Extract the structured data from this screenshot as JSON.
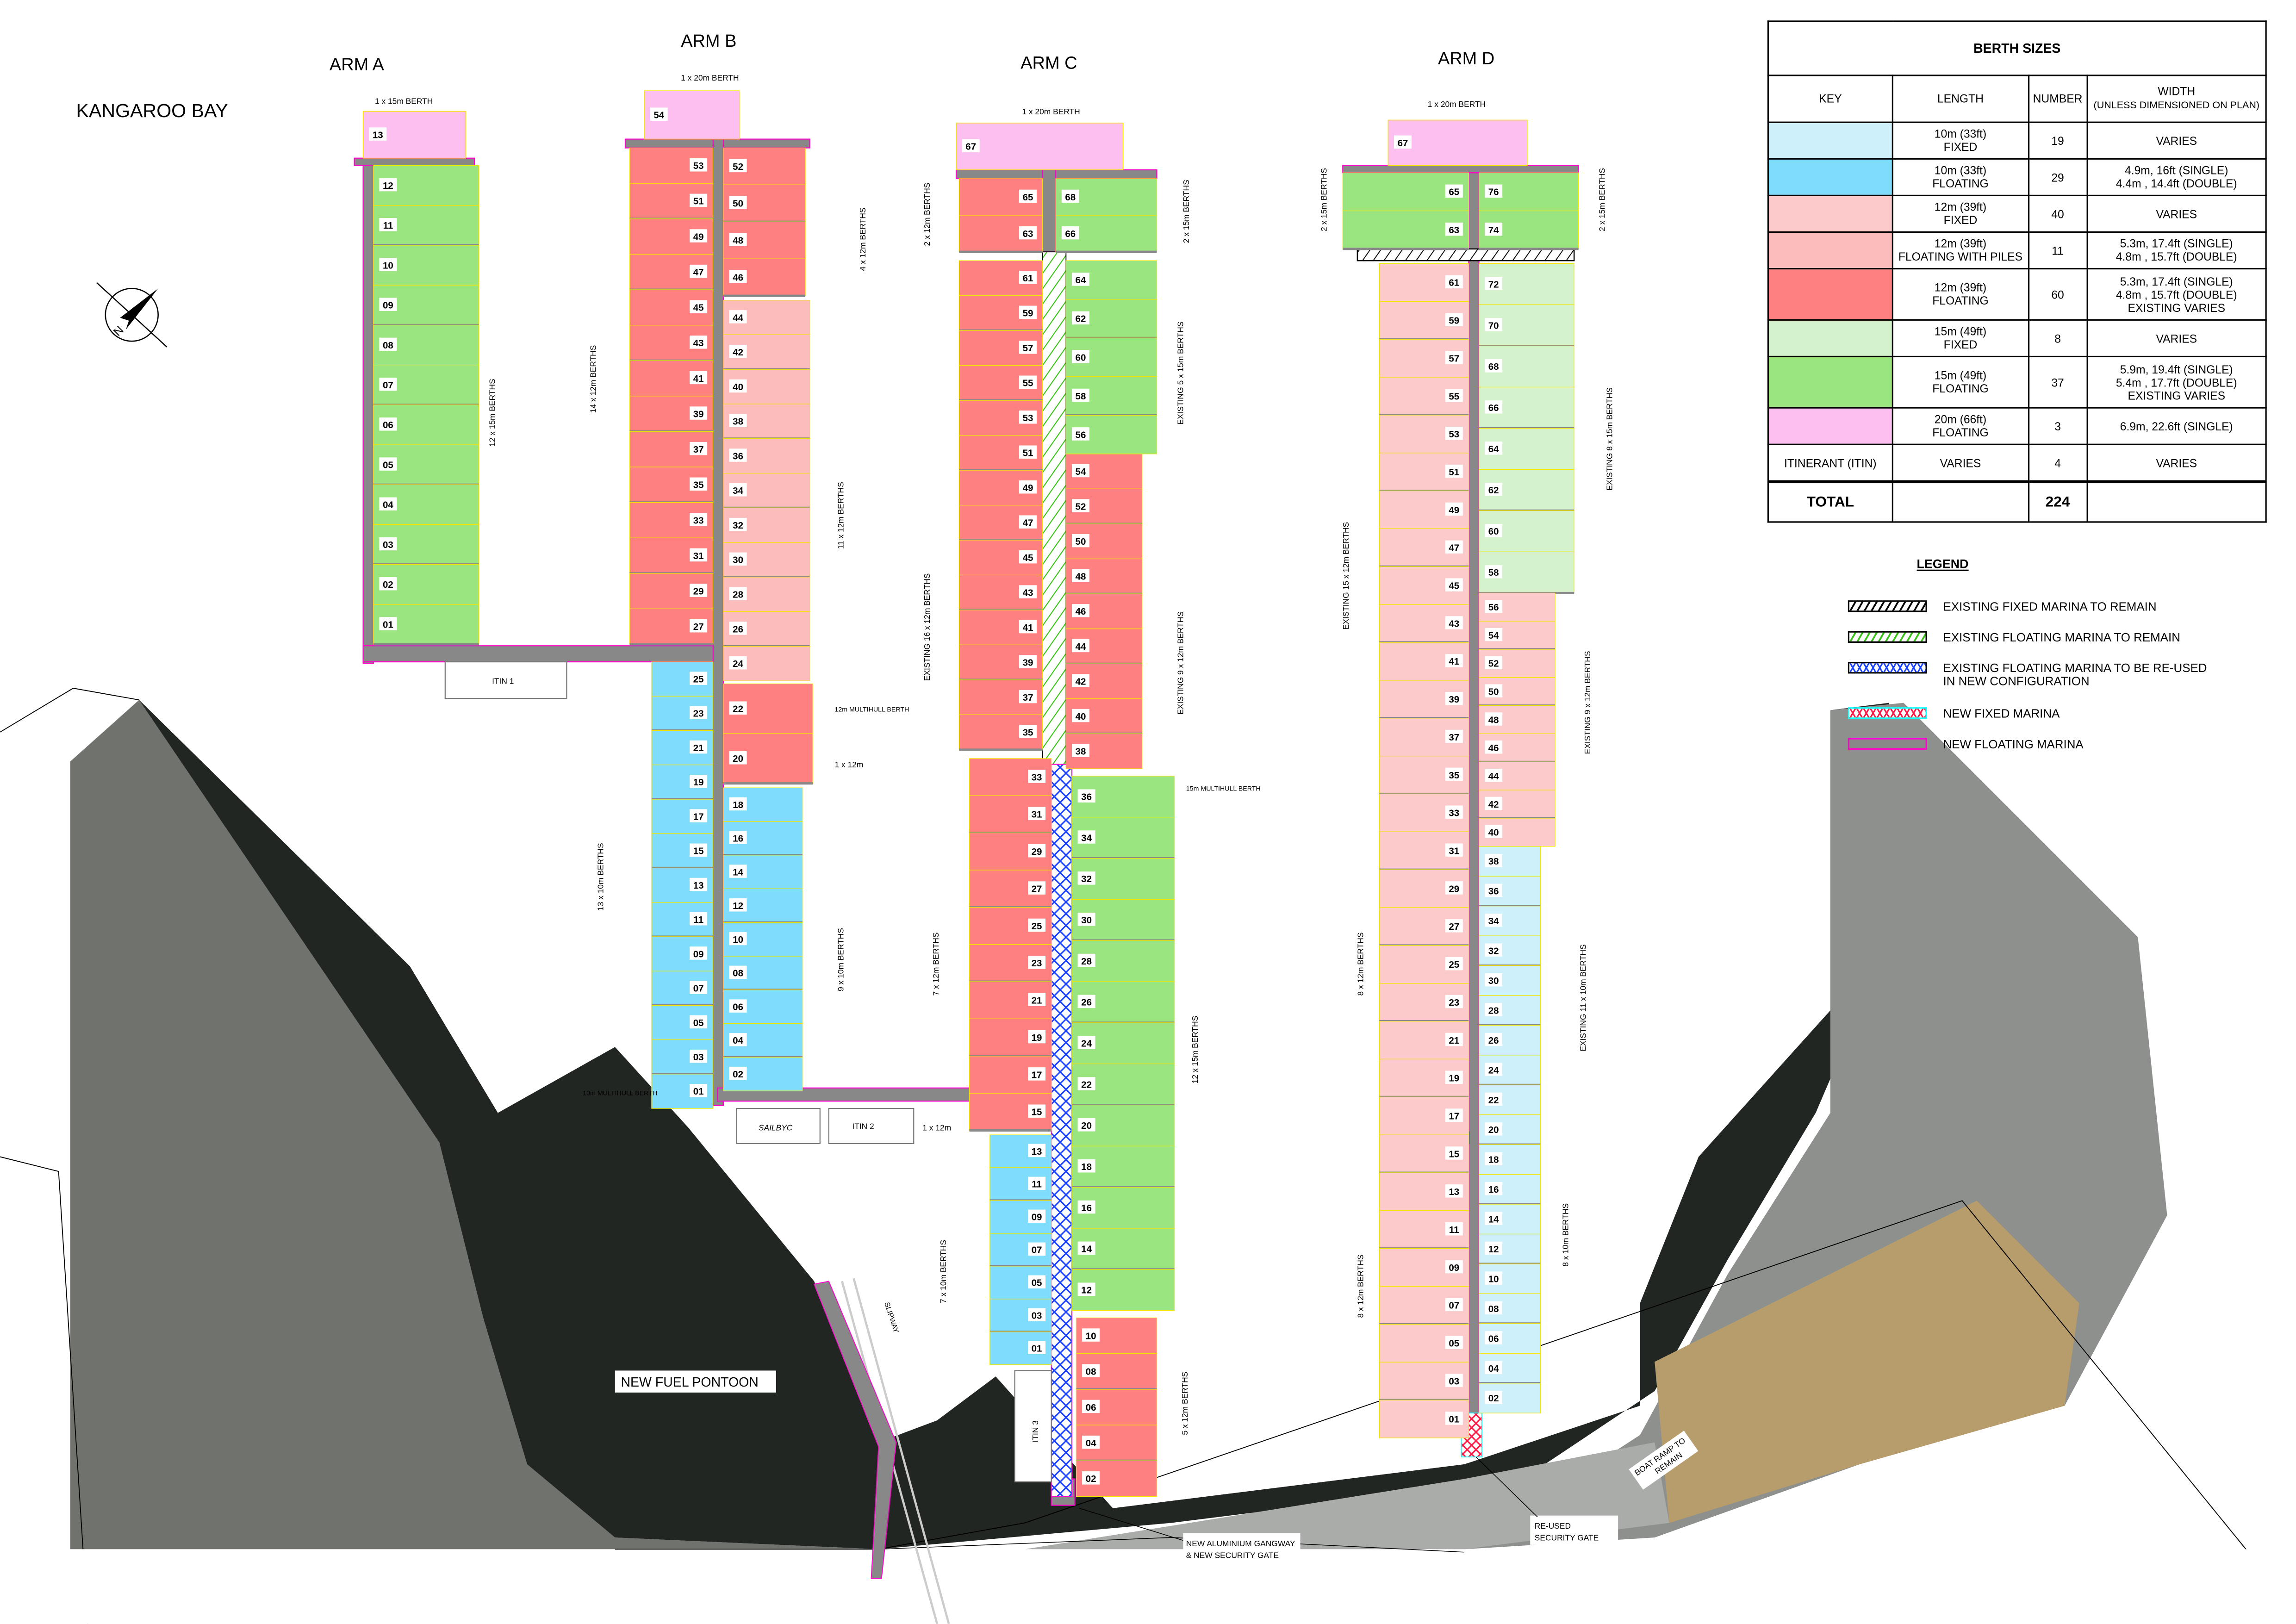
{
  "title": "KANGAROO BAY",
  "berth_types": {
    "fixed_10": {
      "color": "#cdf0fb"
    },
    "floating_10": {
      "color": "#7fdcfb"
    },
    "fixed_12": {
      "color": "#fccaca"
    },
    "piles_12": {
      "color": "#fdbcbc"
    },
    "floating_12": {
      "color": "#fe8080"
    },
    "fixed_15": {
      "color": "#d4f3cc"
    },
    "floating_15": {
      "color": "#9ae57f"
    },
    "floating_20": {
      "color": "#fcbff0"
    }
  },
  "arms": [
    {
      "id": "A",
      "label": "ARM A",
      "head": {
        "number": "13",
        "note": "1 x 15m BERTH",
        "type": "floating_20"
      },
      "groups": [
        {
          "side": "right",
          "type": "floating_15",
          "numbers": [
            "12",
            "11",
            "10",
            "09",
            "08",
            "07",
            "06",
            "05",
            "04",
            "03",
            "02",
            "01"
          ]
        }
      ],
      "notes": [
        "12 x 15m BERTHS",
        "ITIN 1"
      ]
    },
    {
      "id": "B",
      "label": "ARM B",
      "head": {
        "number": "54",
        "note": "1 x 20m BERTH",
        "type": "floating_20"
      },
      "groups": [
        {
          "side": "left",
          "type": "floating_12",
          "numbers": [
            "53",
            "51",
            "49",
            "47",
            "45",
            "43",
            "41",
            "39",
            "37",
            "35",
            "33",
            "31",
            "29",
            "27"
          ]
        },
        {
          "side": "left",
          "type": "floating_10",
          "numbers": [
            "25",
            "23",
            "21",
            "19",
            "17",
            "15",
            "13",
            "11",
            "09",
            "07",
            "05",
            "03",
            "01"
          ]
        },
        {
          "side": "right",
          "type": "floating_12",
          "numbers": [
            "52",
            "50",
            "48",
            "46"
          ]
        },
        {
          "side": "right",
          "type": "piles_12",
          "numbers": [
            "44",
            "42",
            "40",
            "38",
            "36",
            "34",
            "32",
            "30",
            "28",
            "26",
            "24"
          ]
        },
        {
          "side": "right",
          "type": "floating_12",
          "numbers": [
            "22",
            "20"
          ]
        },
        {
          "side": "right",
          "type": "floating_10",
          "numbers": [
            "18",
            "16",
            "14",
            "12",
            "10",
            "08",
            "06",
            "04",
            "02"
          ]
        }
      ],
      "notes": [
        "14 x 12m BERTHS",
        "4 x 12m BERTHS",
        "11 x 12m BERTHS",
        "12m MULTIHULL BERTH",
        "1 x 12m",
        "13 x 10m BERTHS",
        "9 x 10m BERTHS",
        "10m MULTIHULL BERTH",
        "SAILBYC",
        "ITIN 2"
      ]
    },
    {
      "id": "C",
      "label": "ARM C",
      "head": {
        "number": "67",
        "note": "1 x 20m BERTH",
        "type": "floating_20"
      },
      "groups": [
        {
          "side": "left",
          "type": "floating_12",
          "numbers": [
            "65",
            "63"
          ]
        },
        {
          "side": "left",
          "type": "floating_12",
          "numbers": [
            "61",
            "59",
            "57",
            "55",
            "53",
            "51",
            "49",
            "47",
            "45",
            "43",
            "41",
            "39",
            "37",
            "35"
          ]
        },
        {
          "side": "left",
          "type": "floating_12",
          "numbers": [
            "33",
            "31",
            "29",
            "27",
            "25",
            "23",
            "21",
            "19",
            "17",
            "15"
          ]
        },
        {
          "side": "left",
          "type": "floating_10",
          "numbers": [
            "13",
            "11",
            "09",
            "07",
            "05",
            "03",
            "01"
          ]
        },
        {
          "side": "right",
          "type": "floating_15",
          "numbers": [
            "68",
            "66"
          ]
        },
        {
          "side": "right",
          "type": "floating_15",
          "numbers": [
            "64",
            "62",
            "60",
            "58",
            "56"
          ]
        },
        {
          "side": "right",
          "type": "floating_12",
          "numbers": [
            "54",
            "52",
            "50",
            "48",
            "46",
            "44",
            "42",
            "40",
            "38"
          ]
        },
        {
          "side": "right",
          "type": "floating_15",
          "numbers": [
            "36",
            "34",
            "32",
            "30",
            "28",
            "26",
            "24",
            "22",
            "20",
            "18",
            "16",
            "14",
            "12"
          ]
        },
        {
          "side": "right",
          "type": "floating_12",
          "numbers": [
            "10",
            "08",
            "06",
            "04",
            "02"
          ]
        }
      ],
      "notes": [
        "2 x 12m BERTHS",
        "2 x 15m BERTHS",
        "EXISTING 5 x 15m BERTHS",
        "EXISTING 16 x 12m BERTHS",
        "EXISTING 9 x 12m BERTHS",
        "15m MULTIHULL BERTH",
        "7 x 12m BERTHS",
        "12 x 15m BERTHS",
        "1 x 12m",
        "7 x 10m BERTHS",
        "5 x 12m BERTHS",
        "ITIN 3"
      ]
    },
    {
      "id": "D",
      "label": "ARM D",
      "head": {
        "number": "67",
        "note": "1 x 20m BERTH",
        "type": "floating_20"
      },
      "groups": [
        {
          "side": "left",
          "type": "floating_15",
          "numbers": [
            "65",
            "63"
          ]
        },
        {
          "side": "left",
          "type": "fixed_12",
          "numbers": [
            "61",
            "59",
            "57",
            "55",
            "53",
            "51",
            "49",
            "47",
            "45",
            "43",
            "41",
            "39",
            "37",
            "35",
            "33",
            "31",
            "29",
            "27",
            "25",
            "23",
            "21",
            "19",
            "17",
            "15",
            "13",
            "11",
            "09",
            "07",
            "05",
            "03",
            "01"
          ]
        },
        {
          "side": "right",
          "type": "floating_15",
          "numbers": [
            "76",
            "74"
          ]
        },
        {
          "side": "right",
          "type": "fixed_15",
          "numbers": [
            "72",
            "70",
            "68",
            "66",
            "64",
            "62",
            "60",
            "58"
          ]
        },
        {
          "side": "right",
          "type": "fixed_12",
          "numbers": [
            "56",
            "54",
            "52",
            "50",
            "48",
            "46",
            "44",
            "42",
            "40"
          ]
        },
        {
          "side": "right",
          "type": "fixed_10",
          "numbers": [
            "38",
            "36",
            "34",
            "32",
            "30",
            "28",
            "26",
            "24",
            "22",
            "20",
            "18",
            "16",
            "14",
            "12",
            "10",
            "08",
            "06",
            "04",
            "02"
          ]
        }
      ],
      "notes": [
        "2 x 15m BERTHS",
        "2 x 15m BERTHS",
        "EXISTING 15 x 12m BERTHS",
        "EXISTING 8 x 15m BERTHS",
        "EXISTING 9 x 12m BERTHS",
        "8 x 12m BERTHS",
        "EXISTING 11 x 10m BERTHS",
        "8 x 12m BERTHS",
        "8 x 10m BERTHS"
      ]
    }
  ],
  "site_labels": {
    "fuel_pontoon": "NEW FUEL PONTOON",
    "slipway": "SLIPWAY",
    "gangway_line1": "NEW ALUMINIUM GANGWAY",
    "gangway_line2": "& NEW SECURITY GATE",
    "security_line1": "RE-USED",
    "security_line2": "SECURITY  GATE",
    "boat_ramp_line1": "BOAT RAMP TO",
    "boat_ramp_line2": "REMAIN"
  },
  "berth_sizes": {
    "title": "BERTH SIZES",
    "headers": {
      "key": "KEY",
      "length": "LENGTH",
      "number": "NUMBER",
      "width": "WIDTH",
      "width_sub": "(UNLESS DIMENSIONED ON PLAN)"
    },
    "rows": [
      {
        "type": "fixed_10",
        "length": [
          "10m (33ft)",
          "FIXED"
        ],
        "number": "19",
        "width": [
          "VARIES"
        ]
      },
      {
        "type": "floating_10",
        "length": [
          "10m (33ft)",
          "FLOATING"
        ],
        "number": "29",
        "width": [
          "4.9m, 16ft (SINGLE)",
          "4.4m , 14.4ft (DOUBLE)"
        ]
      },
      {
        "type": "fixed_12",
        "length": [
          "12m (39ft)",
          "FIXED"
        ],
        "number": "40",
        "width": [
          "VARIES"
        ]
      },
      {
        "type": "piles_12",
        "length": [
          "12m (39ft)",
          "FLOATING WITH PILES"
        ],
        "number": "11",
        "width": [
          "5.3m, 17.4ft (SINGLE)",
          "4.8m , 15.7ft (DOUBLE)"
        ]
      },
      {
        "type": "floating_12",
        "length": [
          "12m (39ft)",
          "FLOATING"
        ],
        "number": "60",
        "width": [
          "5.3m, 17.4ft (SINGLE)",
          "4.8m , 15.7ft (DOUBLE)",
          "EXISTING VARIES"
        ]
      },
      {
        "type": "fixed_15",
        "length": [
          "15m (49ft)",
          "FIXED"
        ],
        "number": "8",
        "width": [
          "VARIES"
        ]
      },
      {
        "type": "floating_15",
        "length": [
          "15m (49ft)",
          "FLOATING"
        ],
        "number": "37",
        "width": [
          "5.9m, 19.4ft (SINGLE)",
          "5.4m , 17.7ft (DOUBLE)",
          "EXISTING VARIES"
        ]
      },
      {
        "type": "floating_20",
        "length": [
          "20m (66ft)",
          "FLOATING"
        ],
        "number": "3",
        "width": [
          "6.9m, 22.6ft (SINGLE)"
        ]
      }
    ],
    "itinerant": {
      "key": "ITINERANT (ITIN)",
      "length": "VARIES",
      "number": "4",
      "width": "VARIES"
    },
    "total": {
      "label": "TOTAL",
      "number": "224"
    }
  },
  "legend": {
    "title": "LEGEND",
    "items": [
      {
        "swatch": "existing-fixed",
        "label": "EXISTING FIXED MARINA TO REMAIN"
      },
      {
        "swatch": "existing-floating",
        "label": "EXISTING FLOATING MARINA TO REMAIN"
      },
      {
        "swatch": "existing-reused",
        "label": "EXISTING FLOATING MARINA TO BE RE-USED",
        "label2": "IN NEW CONFIGURATION"
      },
      {
        "swatch": "new-fixed",
        "label": "NEW FIXED MARINA"
      },
      {
        "swatch": "new-floating",
        "label": "NEW FLOATING MARINA"
      }
    ]
  }
}
